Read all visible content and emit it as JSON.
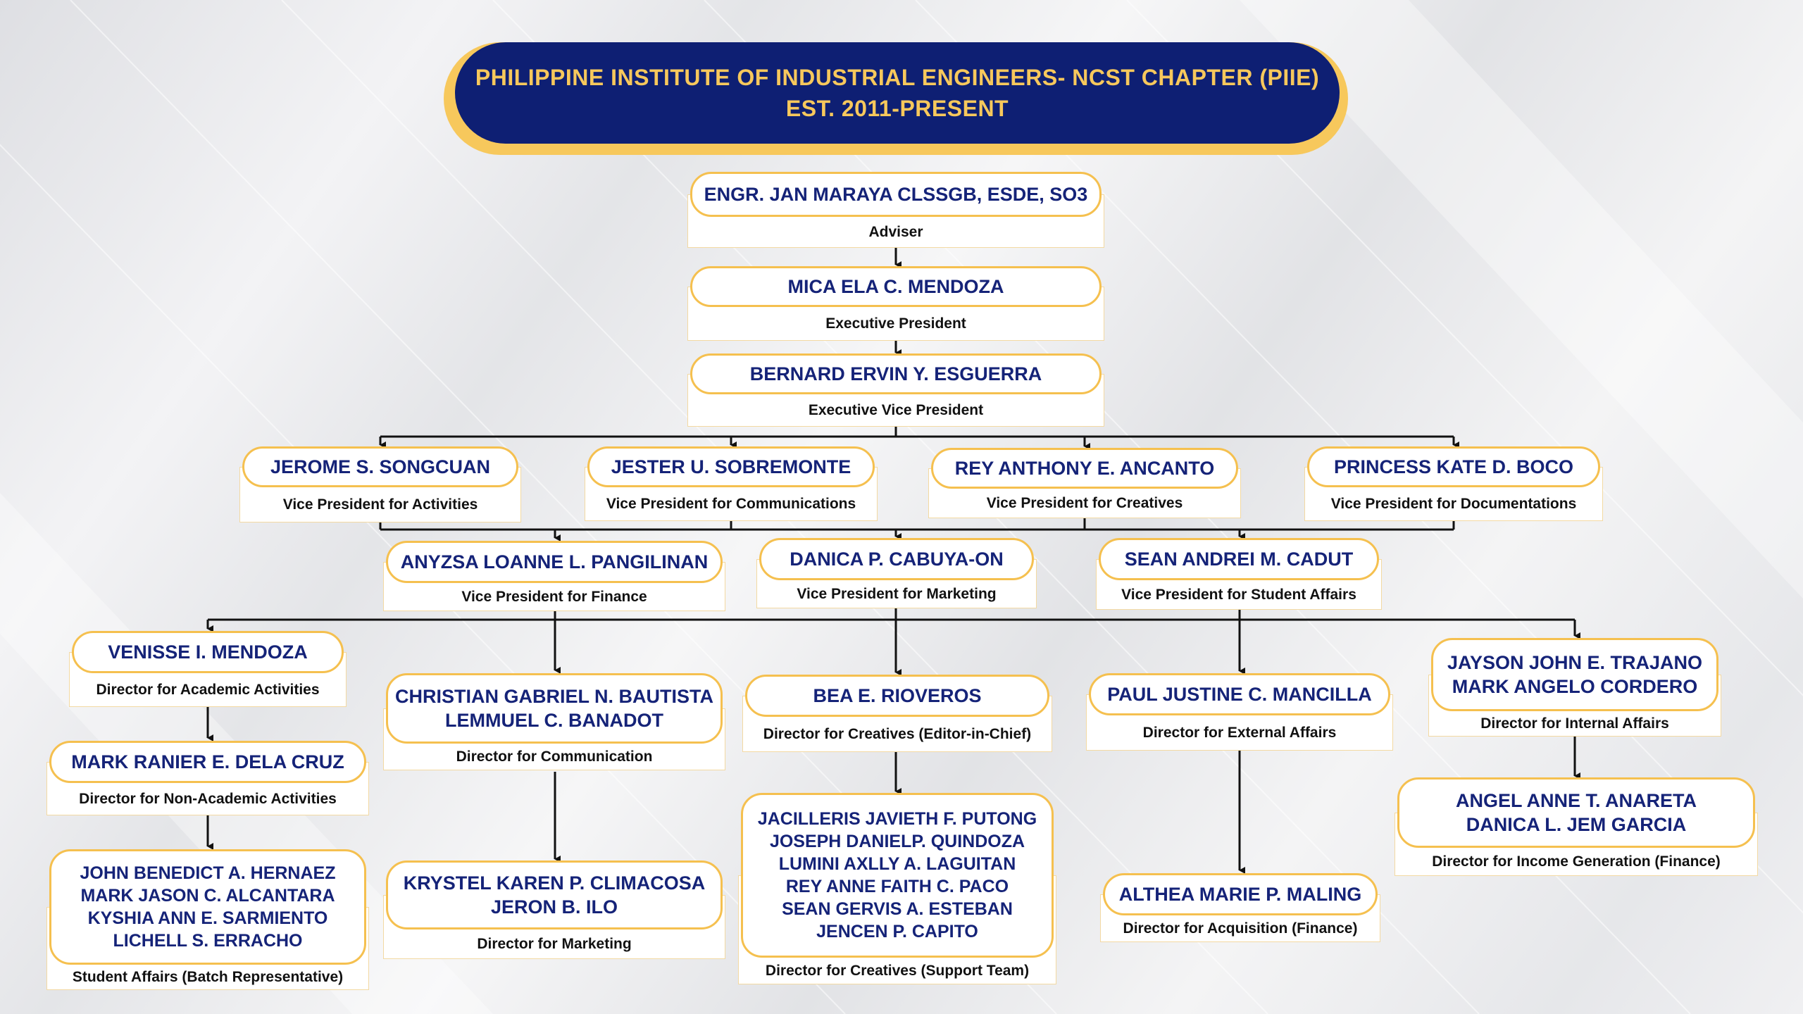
{
  "title": {
    "line1": "PHILIPPINE INSTITUTE OF INDUSTRIAL ENGINEERS- NCST CHAPTER (PIIE)",
    "line2": "EST. 2011-PRESENT"
  },
  "nodes": {
    "adviser": {
      "names": [
        "ENGR. JAN MARAYA CLSSGB, ESDE, SO3"
      ],
      "role": "Adviser"
    },
    "exec_president": {
      "names": [
        "MICA ELA C. MENDOZA"
      ],
      "role": "Executive President"
    },
    "exec_vp": {
      "names": [
        "BERNARD ERVIN Y. ESGUERRA"
      ],
      "role": "Executive Vice President"
    },
    "vp_activities": {
      "names": [
        "JEROME S. SONGCUAN"
      ],
      "role": "Vice President for Activities"
    },
    "vp_communications": {
      "names": [
        "JESTER U. SOBREMONTE"
      ],
      "role": "Vice President for Communications"
    },
    "vp_creatives": {
      "names": [
        "REY ANTHONY E. ANCANTO"
      ],
      "role": "Vice President for Creatives"
    },
    "vp_documentations": {
      "names": [
        "PRINCESS KATE D. BOCO"
      ],
      "role": "Vice President for Documentations"
    },
    "vp_finance": {
      "names": [
        "ANYZSA LOANNE L. PANGILINAN"
      ],
      "role": "Vice President for Finance"
    },
    "vp_marketing": {
      "names": [
        "DANICA P. CABUYA-ON"
      ],
      "role": "Vice President for Marketing"
    },
    "vp_student_affairs": {
      "names": [
        "SEAN ANDREI M. CADUT"
      ],
      "role": "Vice President for Student Affairs"
    },
    "dir_academic": {
      "names": [
        "VENISSE I. MENDOZA"
      ],
      "role": "Director for Academic Activities"
    },
    "dir_non_academic": {
      "names": [
        "MARK RANIER E. DELA CRUZ"
      ],
      "role": "Director for Non-Academic Activities"
    },
    "batch_reps": {
      "names": [
        "JOHN BENEDICT A. HERNAEZ",
        "MARK JASON C. ALCANTARA",
        "KYSHIA ANN E. SARMIENTO",
        "LICHELL S. ERRACHO"
      ],
      "role": "Student Affairs (Batch Representative)"
    },
    "dir_communication": {
      "names": [
        "CHRISTIAN GABRIEL N. BAUTISTA",
        "LEMMUEL C. BANADOT"
      ],
      "role": "Director for Communication"
    },
    "dir_marketing": {
      "names": [
        "KRYSTEL KAREN P. CLIMACOSA",
        "JERON B. ILO"
      ],
      "role": "Director for Marketing"
    },
    "dir_creatives_eic": {
      "names": [
        "BEA E. RIOVEROS"
      ],
      "role": "Director for Creatives (Editor-in-Chief)"
    },
    "dir_creatives_support": {
      "names": [
        "JACILLERIS JAVIETH F. PUTONG",
        "JOSEPH DANIELP. QUINDOZA",
        "LUMINI AXLLY A. LAGUITAN",
        "REY ANNE FAITH C. PACO",
        "SEAN GERVIS A. ESTEBAN",
        "JENCEN P. CAPITO"
      ],
      "role": "Director for Creatives (Support Team)"
    },
    "dir_external": {
      "names": [
        "PAUL JUSTINE C. MANCILLA"
      ],
      "role": "Director for External Affairs"
    },
    "dir_acquisition": {
      "names": [
        "ALTHEA MARIE P. MALING"
      ],
      "role": "Director for Acquisition (Finance)"
    },
    "dir_internal": {
      "names": [
        "JAYSON JOHN E. TRAJANO",
        "MARK ANGELO CORDERO"
      ],
      "role": "Director for Internal Affairs"
    },
    "dir_income": {
      "names": [
        "ANGEL ANNE T. ANARETA",
        "DANICA L. JEM GARCIA"
      ],
      "role": "Director for Income Generation (Finance)"
    }
  }
}
